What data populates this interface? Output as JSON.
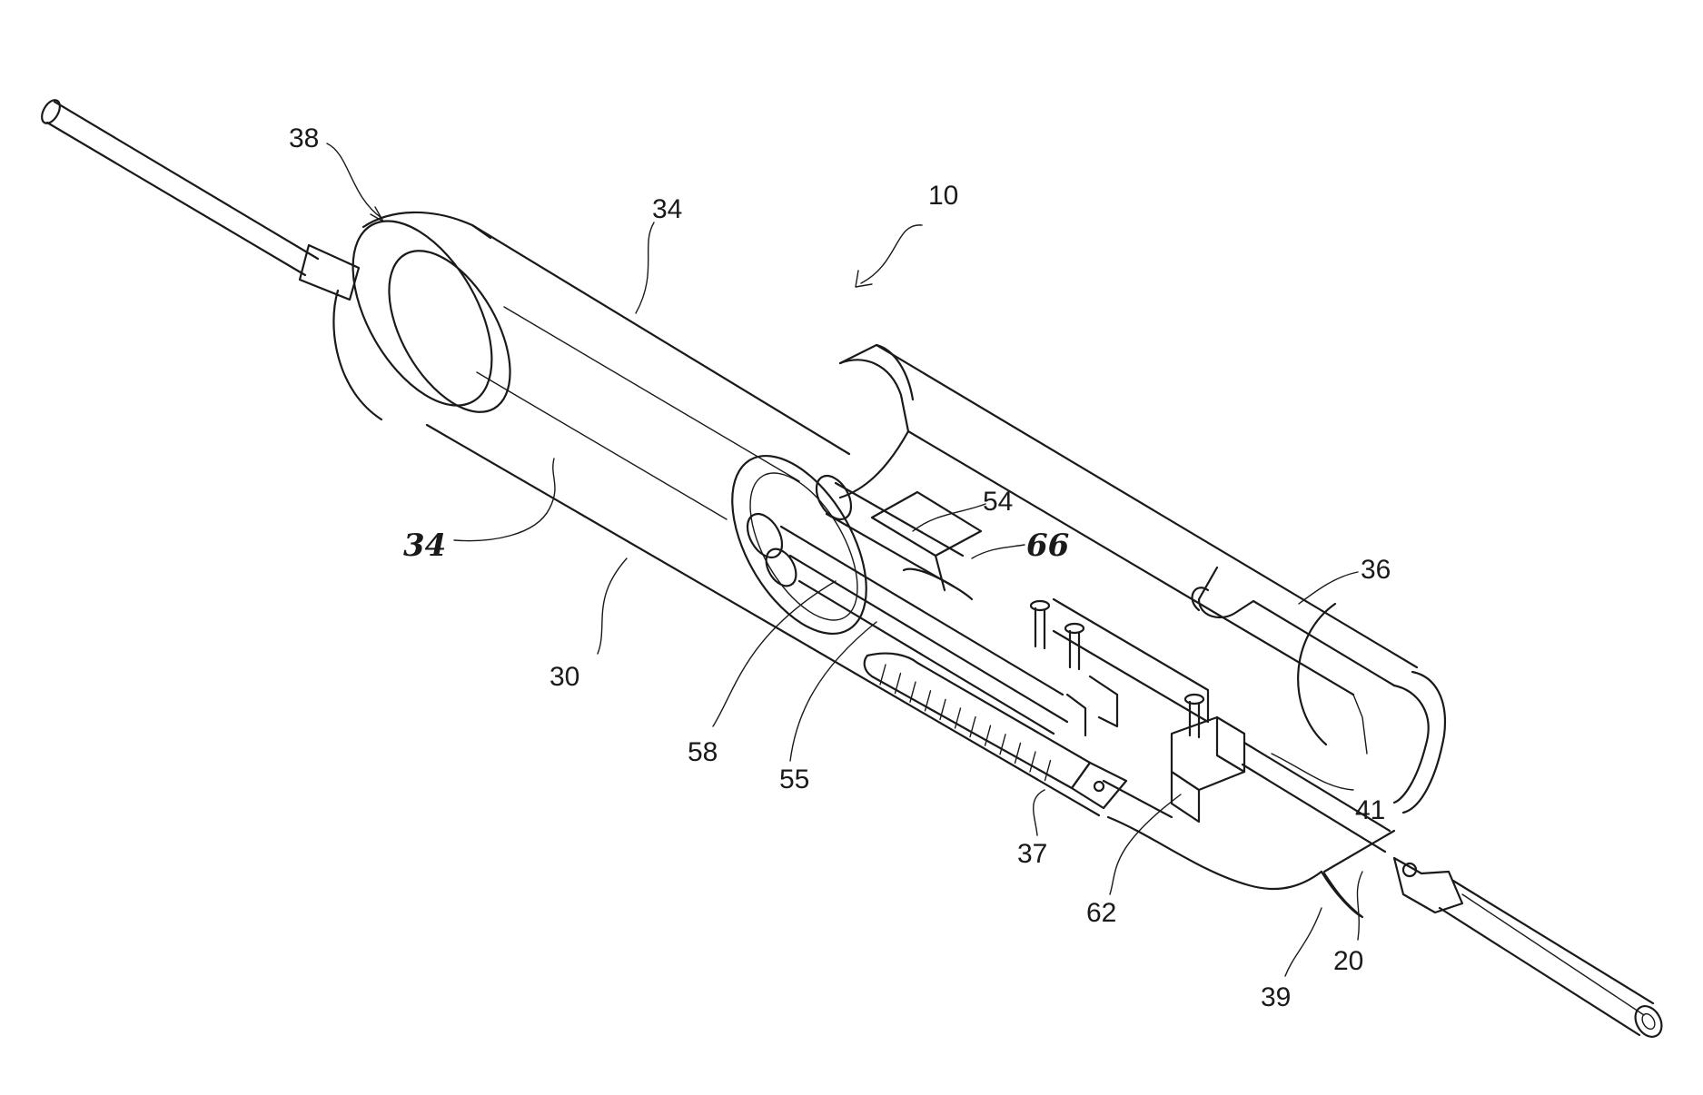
{
  "labels": {
    "l10": "10",
    "l38": "38",
    "l34a": "34",
    "l34b": "34",
    "l30": "30",
    "l54": "54",
    "l66": "66",
    "l36": "36",
    "l58": "58",
    "l55": "55",
    "l41": "41",
    "l37": "37",
    "l62": "62",
    "l20": "20",
    "l39": "39"
  }
}
